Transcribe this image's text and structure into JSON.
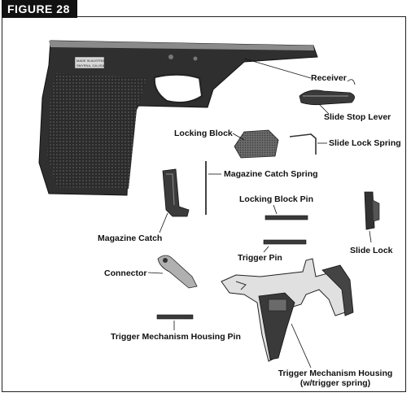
{
  "figure": {
    "tag": "FIGURE 28"
  },
  "frame_text": "MADE IN AUSTRIA · SMYRNA, GA",
  "labels": {
    "receiver": "Receiver",
    "slide_stop_lever": "Slide Stop Lever",
    "locking_block": "Locking Block",
    "slide_lock_spring": "Slide Lock Spring",
    "magazine_catch_spring": "Magazine Catch Spring",
    "locking_block_pin": "Locking Block Pin",
    "magazine_catch": "Magazine Catch",
    "slide_lock": "Slide Lock",
    "trigger_pin": "Trigger Pin",
    "connector": "Connector",
    "trigger_mechanism_housing_pin": "Trigger Mechanism Housing Pin",
    "trigger_mechanism_housing_line1": "Trigger Mechanism Housing",
    "trigger_mechanism_housing_line2": "(w/trigger spring)"
  },
  "colors": {
    "ink": "#111111",
    "part_dark": "#2a2a2a",
    "part_mid": "#555555",
    "part_light": "#9a9a9a"
  }
}
